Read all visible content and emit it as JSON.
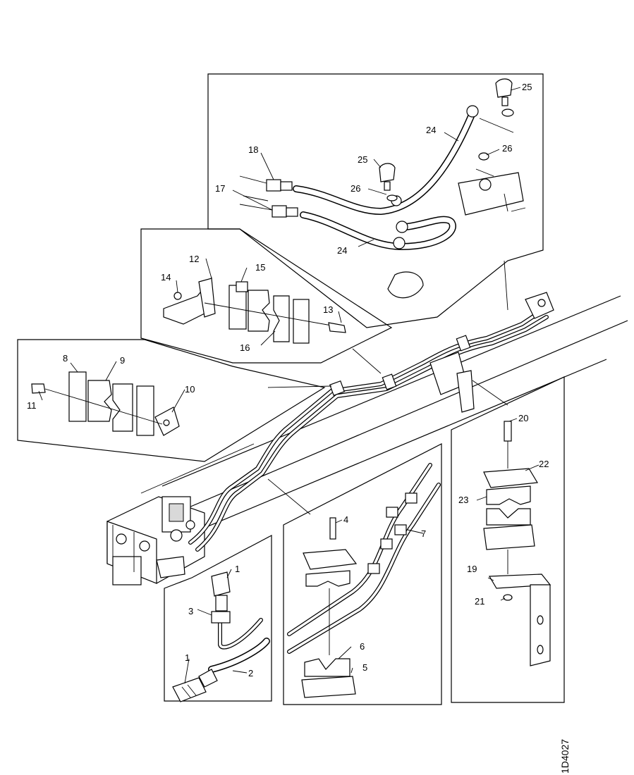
{
  "drawing": {
    "reference_number": "1D4027",
    "callouts": {
      "c1a": "1",
      "c1b": "1",
      "c2": "2",
      "c3": "3",
      "c4": "4",
      "c5": "5",
      "c6": "6",
      "c7": "7",
      "c8": "8",
      "c9": "9",
      "c10": "10",
      "c11": "11",
      "c12": "12",
      "c13": "13",
      "c14": "14",
      "c15": "15",
      "c16": "16",
      "c17": "17",
      "c18": "18",
      "c19": "19",
      "c20": "20",
      "c21": "21",
      "c22": "22",
      "c23": "23",
      "c24a": "24",
      "c24b": "24",
      "c25a": "25",
      "c25b": "25",
      "c26a": "26",
      "c26b": "26"
    }
  }
}
